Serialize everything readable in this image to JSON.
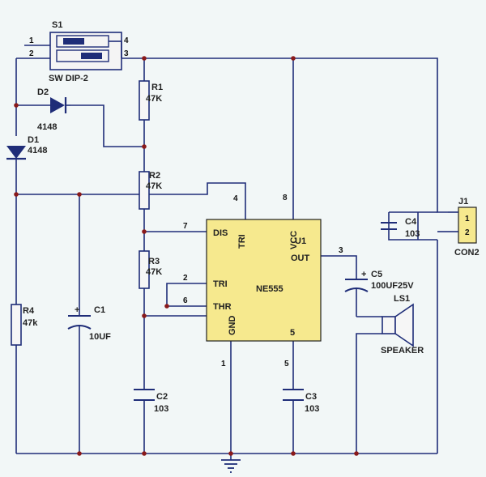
{
  "labels": {
    "s1_ref": "S1",
    "s1_pin1": "1",
    "s1_pin2": "2",
    "s1_pin3": "3",
    "s1_pin4": "4",
    "s1_value": "SW DIP-2",
    "d2_ref": "D2",
    "d2_value": "4148",
    "d1_ref": "D1",
    "d1_value": "4148",
    "r1_ref": "R1",
    "r1_value": "47K",
    "r2_ref": "R2",
    "r2_value": "47K",
    "r3_ref": "R3",
    "r3_value": "47K",
    "r4_ref": "R4",
    "r4_value": "47k",
    "c1_ref": "C1",
    "c1_value": "10UF",
    "c2_ref": "C2",
    "c2_value": "103",
    "c3_ref": "C3",
    "c3_value": "103",
    "c4_ref": "C4",
    "c4_value": "103",
    "c5_ref": "C5",
    "c5_value": "100UF25V",
    "ls1_ref": "LS1",
    "ls1_value": "SPEAKER",
    "j1_ref": "J1",
    "j1_pin1": "1",
    "j1_pin2": "2",
    "j1_value": "CON2",
    "u1_ref": "U1",
    "u1_value": "NE555",
    "u1_dis": "DIS",
    "u1_tri_top": "TRI",
    "u1_vcc": "VCC",
    "u1_out": "OUT",
    "u1_tri": "TRI",
    "u1_thr": "THR",
    "u1_gnd": "GND",
    "u1_five": "5",
    "pin_2": "2",
    "pin_3": "3",
    "pin_4": "4",
    "pin_6": "6",
    "pin_7": "7",
    "pin_8": "8",
    "pin_1": "1",
    "pin_5": "5"
  }
}
